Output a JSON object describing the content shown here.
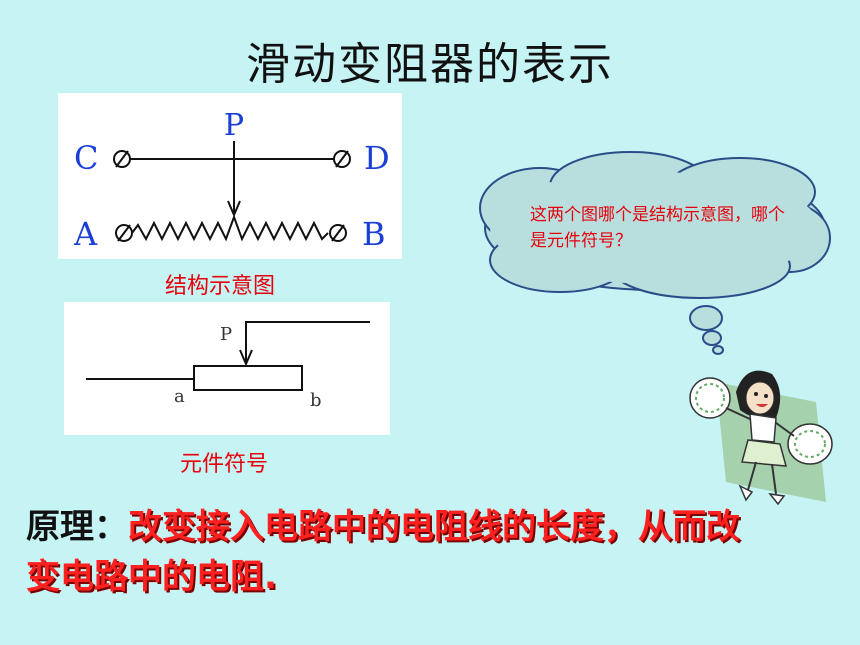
{
  "title": "滑动变阻器的表示",
  "structure_diagram": {
    "caption": "结构示意图",
    "labels": {
      "p": "P",
      "c": "C",
      "d": "D",
      "a": "A",
      "b": "B"
    }
  },
  "symbol_diagram": {
    "caption": "元件符号",
    "labels": {
      "p": "P",
      "a": "a",
      "b": "b"
    }
  },
  "thought_bubble": {
    "text": "这两个图哪个是结构示意图，哪个是元件符号？"
  },
  "principle": {
    "label": "原理：",
    "text": "改变接入电路中的电阻线的长度，从而改变电路中的电阻."
  },
  "colors": {
    "background": "#c6f3f3",
    "accent_red": "#e8000b",
    "letter_blue": "#1a3fd6",
    "cloud_fill": "#b8dede"
  }
}
